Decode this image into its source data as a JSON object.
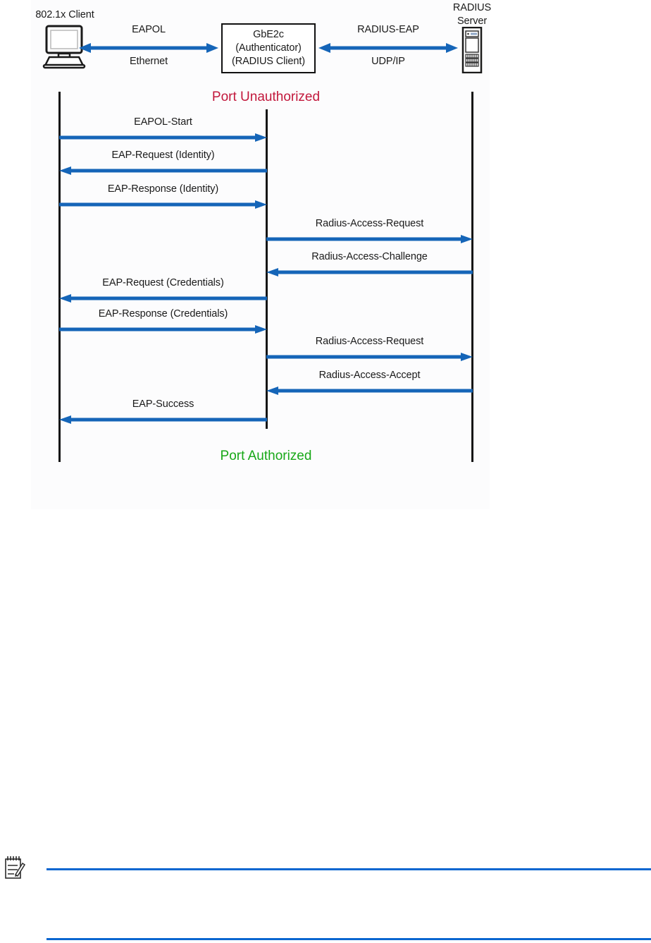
{
  "figure": {
    "topology": {
      "client": {
        "label": "802.1x Client",
        "icon": "desktop-computer-icon"
      },
      "authenticator": {
        "line1": "GbE2c",
        "line2": "(Authenticator)",
        "line3": "(RADIUS Client)"
      },
      "server": {
        "label": "RADIUS\nServer",
        "icon": "server-rack-icon"
      },
      "links": [
        {
          "name": "client-to-authenticator-link",
          "top_label": "EAPOL",
          "bottom_label": "Ethernet",
          "direction": "both"
        },
        {
          "name": "authenticator-to-server-link",
          "top_label": "RADIUS-EAP",
          "bottom_label": "UDP/IP",
          "direction": "both"
        }
      ]
    },
    "state_top": "Port Unauthorized",
    "state_bottom": "Port Authorized",
    "lanes": [
      {
        "name": "client-lifeline"
      },
      {
        "name": "authenticator-lifeline"
      },
      {
        "name": "server-lifeline"
      }
    ],
    "messages": [
      {
        "label": "EAPOL-Start",
        "from": "client",
        "to": "authenticator",
        "direction": "right"
      },
      {
        "label": "EAP-Request (Identity)",
        "from": "authenticator",
        "to": "client",
        "direction": "left"
      },
      {
        "label": "EAP-Response (Identity)",
        "from": "client",
        "to": "authenticator",
        "direction": "right"
      },
      {
        "label": "Radius-Access-Request",
        "from": "authenticator",
        "to": "server",
        "direction": "right"
      },
      {
        "label": "Radius-Access-Challenge",
        "from": "server",
        "to": "authenticator",
        "direction": "left"
      },
      {
        "label": "EAP-Request (Credentials)",
        "from": "authenticator",
        "to": "client",
        "direction": "left"
      },
      {
        "label": "EAP-Response (Credentials)",
        "from": "client",
        "to": "authenticator",
        "direction": "right"
      },
      {
        "label": "Radius-Access-Request",
        "from": "authenticator",
        "to": "server",
        "direction": "right"
      },
      {
        "label": "Radius-Access-Accept",
        "from": "server",
        "to": "authenticator",
        "direction": "left"
      },
      {
        "label": "EAP-Success",
        "from": "authenticator",
        "to": "client",
        "direction": "left"
      }
    ]
  },
  "note": {
    "icon": "note-pencil-icon",
    "text": ""
  },
  "colors": {
    "arrow_blue": "#1565b8",
    "state_unauthorized": "#c2183c",
    "state_authorized": "#18a818",
    "lifeline": "#151515",
    "rule_blue": "#0b66d0",
    "text": "#1a1a1a"
  }
}
